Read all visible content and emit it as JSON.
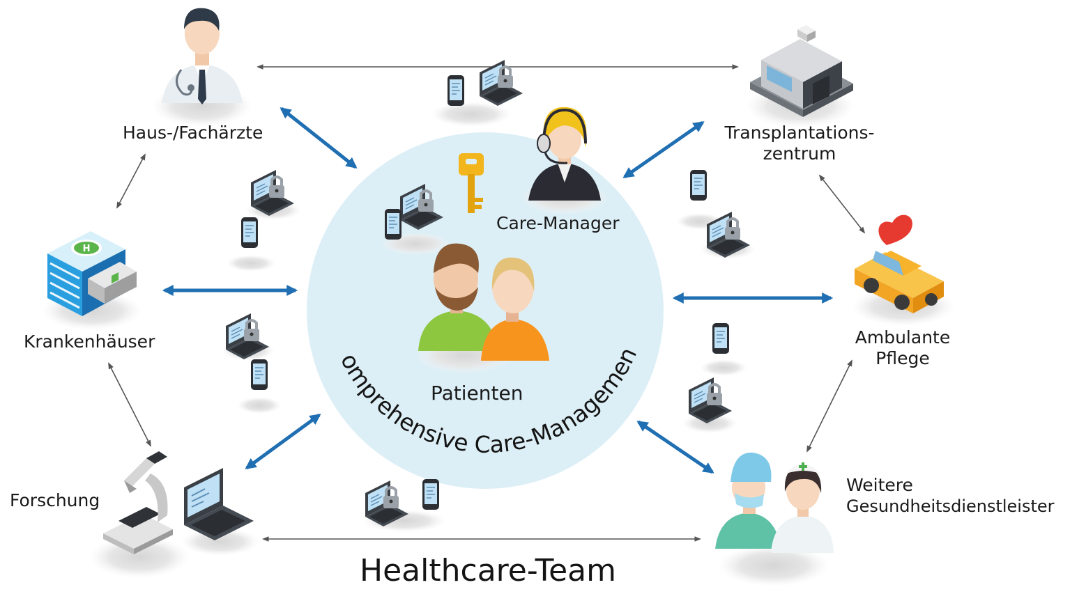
{
  "colors": {
    "circle_fill": "#ddeff6",
    "arrow_blue": "#1f6fb2",
    "arrow_gray": "#555555",
    "shadow": "#e3e3e3",
    "device_dark": "#33373d",
    "screen": "#bfe0f5",
    "patient_green": "#8dc63f",
    "patient_orange": "#f7941d",
    "key_gold": "#f2b51c",
    "car_yellow": "#f7b32b",
    "heart_red": "#e63a30",
    "hospital_blue": "#2a9fe0"
  },
  "icons": {
    "doctor": "doctor-icon",
    "transplant_center": "building-icon",
    "hospital": "hospital-icon",
    "ambulance_car": "car-heart-icon",
    "research": "microscope-icon",
    "providers": "nurse-icon",
    "care_manager": "headset-agent-icon",
    "patients": "patients-icon",
    "key": "key-icon",
    "device": "laptop-lock-icon",
    "phone": "smartphone-icon"
  },
  "labels": {
    "doctors": "Haus-/Fachärzte",
    "transplant_line1": "Transplantations-",
    "transplant_line2": "zentrum",
    "hospitals": "Krankenhäuser",
    "ambulant_line1": "Ambulante",
    "ambulant_line2": "Pflege",
    "research": "Forschung",
    "providers_line1": "Weitere",
    "providers_line2": "Gesundheitsdienstleister",
    "care_manager": "Care-Manager",
    "patients": "Patienten",
    "circle_title": "Comprehensive Care-Management",
    "team": "Healthcare-Team"
  }
}
